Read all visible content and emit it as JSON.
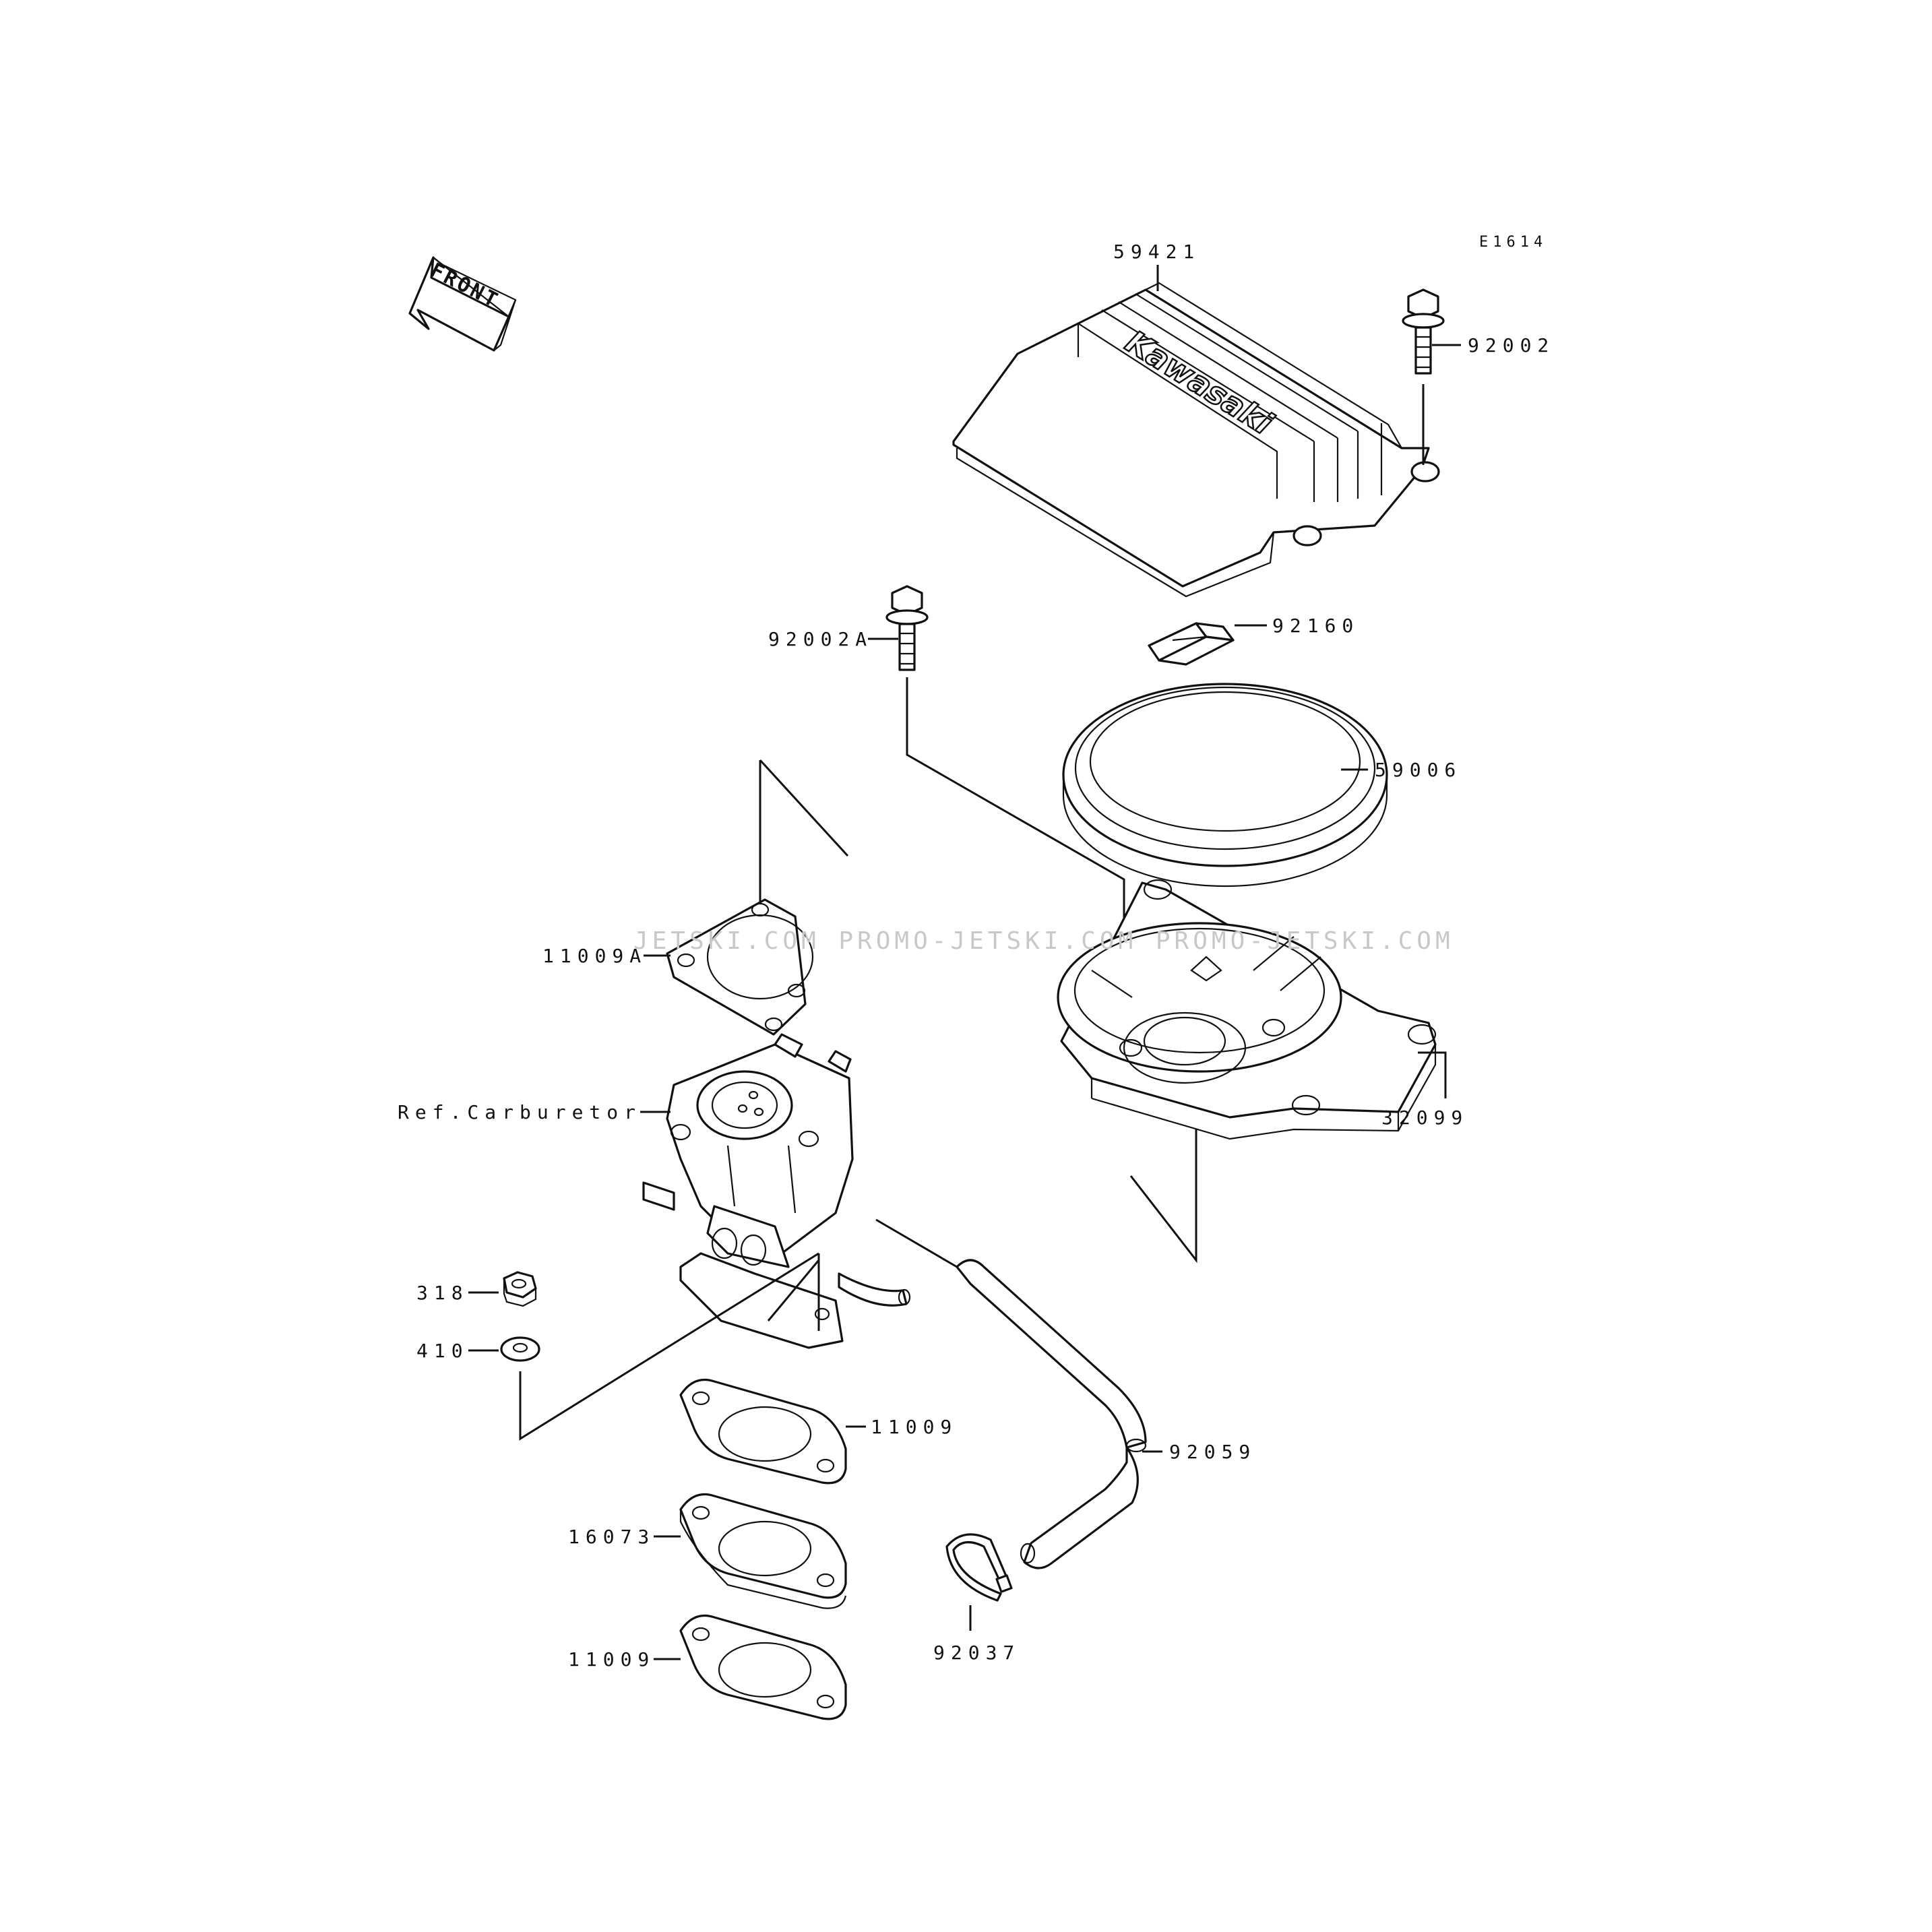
{
  "diagram_id": "E1614",
  "front_marker": "FRONT",
  "brand_logo": "Kawasaki",
  "watermark": "JETSKI.COM   PROMO-JETSKI.COM   PROMO-JETSKI.COM",
  "parts": {
    "cover": "59421",
    "bolt": "92002",
    "bolt_a": "92002A",
    "damper": "92160",
    "element": "59006",
    "case": "32099",
    "gasket_a": "11009A",
    "carburetor_ref": "Ref.Carburetor",
    "nut": "318",
    "washer": "410",
    "gasket_1": "11009",
    "insulator": "16073",
    "gasket_2": "11009",
    "hose": "92059",
    "clamp": "92037"
  }
}
